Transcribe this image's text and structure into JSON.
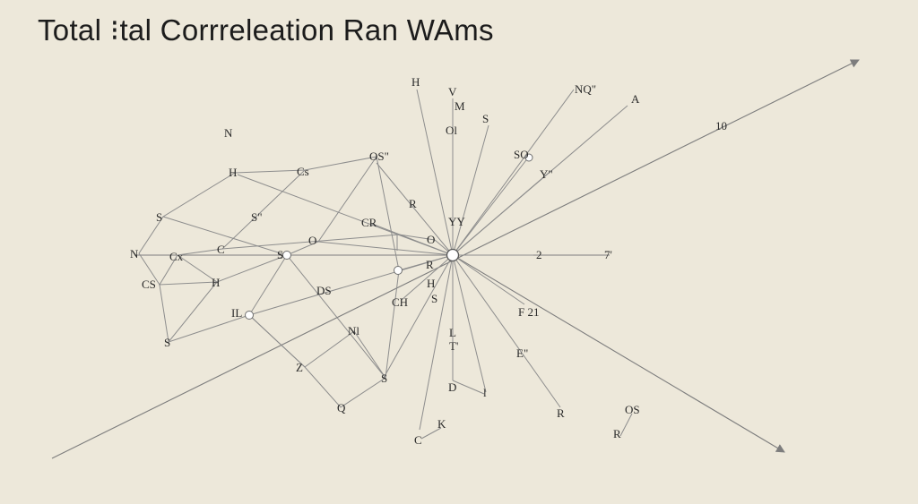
{
  "title": "Total ⁝tal Corrreleation Ran WAms",
  "colors": {
    "background": "#ede8da",
    "edge": "#8d8d8d",
    "text": "#2a2a2a",
    "node_fill": "#ffffff"
  },
  "labels": {
    "h_top": "H",
    "v_top": "V",
    "m_top": "M",
    "nq": "NQ\"",
    "a_top": "A",
    "ten": "10",
    "s_top": "S",
    "ol": "Ol",
    "so": "SO",
    "y_right": "Y\"",
    "os_top": "OS\"",
    "n_left": "N",
    "h_left": "H",
    "cs_top": "Cs",
    "s_left": "S",
    "s_mid": "S\"",
    "c_left": "C",
    "o_mid": "O",
    "cr": "CR",
    "r_mid": "R",
    "yy": "YY",
    "o_hub": "O",
    "n_far": "N",
    "cx": "Cx",
    "s_o": "S",
    "r_hub": "R",
    "two": "2",
    "seven": "7'",
    "cs_low": "CS",
    "h_low": "H",
    "ds": "DS",
    "h_hub": "H",
    "s_hub": "S",
    "ch": "CH",
    "f21": "F 21",
    "il": "IL",
    "s_bottom": "S",
    "nl": "Nl",
    "l": "L",
    "t": "T'",
    "e": "E\"",
    "z": "Z",
    "s_lower": "S",
    "d": "D",
    "one": "l",
    "q": "Q",
    "r_low": "R",
    "os_low": "OS",
    "k": "K",
    "r_far": "R",
    "c_bottom": "C"
  }
}
